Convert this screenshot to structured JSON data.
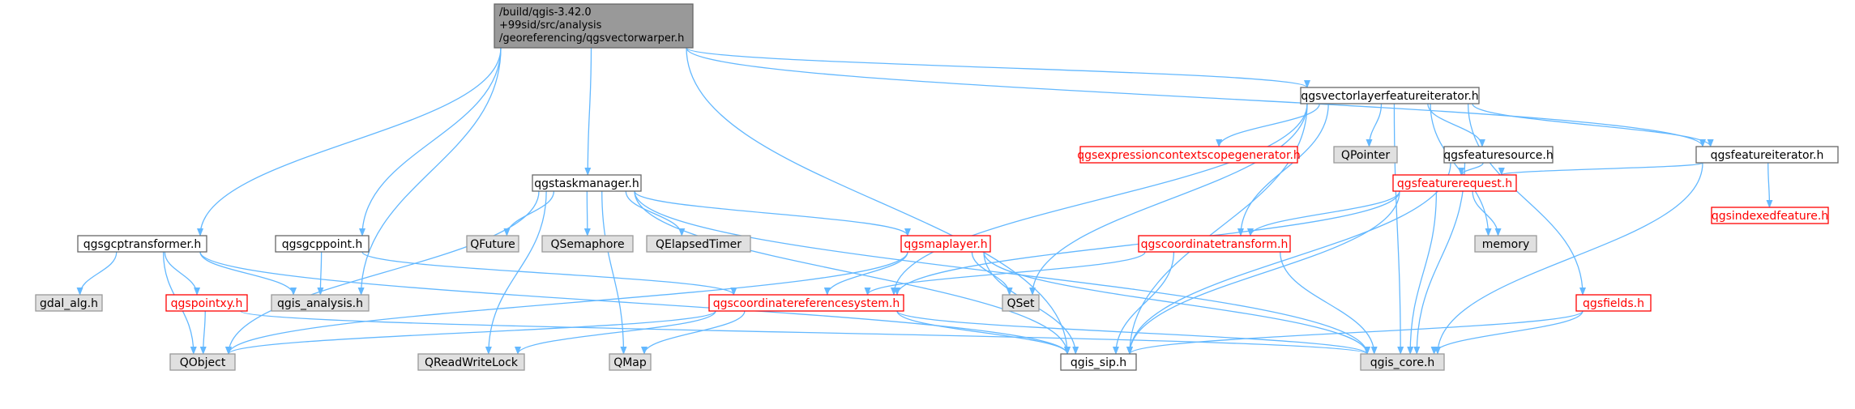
{
  "diagram": {
    "colors": {
      "edge": "#63b8ff",
      "root_fill": "#999999",
      "root_border": "#666666",
      "normal_border": "#666666",
      "red_border": "#ff0000",
      "gray_fill": "#e0e0e0",
      "gray_border": "#999999",
      "text": "#000000",
      "red_text": "#ff0000"
    },
    "nodes": [
      {
        "id": "root",
        "style": "root",
        "lines": [
          "/build/qgis-3.42.0",
          "+99sid/src/analysis",
          "/georeferencing/qgsvectorwarper.h"
        ]
      },
      {
        "id": "vlfi",
        "style": "normal",
        "lines": [
          "qgsvectorlayerfeatureiterator.h"
        ]
      },
      {
        "id": "fi",
        "style": "normal",
        "lines": [
          "qgsfeatureiterator.h"
        ]
      },
      {
        "id": "ecsg",
        "style": "red",
        "lines": [
          "qgsexpressioncontextscopegenerator.h"
        ]
      },
      {
        "id": "qpointer",
        "style": "gray",
        "lines": [
          "QPointer"
        ]
      },
      {
        "id": "fsrc",
        "style": "normal",
        "lines": [
          "qgsfeaturesource.h"
        ]
      },
      {
        "id": "idxf",
        "style": "red",
        "lines": [
          "qgsindexedfeature.h"
        ]
      },
      {
        "id": "freq",
        "style": "red",
        "lines": [
          "qgsfeaturerequest.h"
        ]
      },
      {
        "id": "taskmgr",
        "style": "normal",
        "lines": [
          "qgstaskmanager.h"
        ]
      },
      {
        "id": "gcpt",
        "style": "normal",
        "lines": [
          "qgsgcptransformer.h"
        ]
      },
      {
        "id": "gcpp",
        "style": "normal",
        "lines": [
          "qgsgcppoint.h"
        ]
      },
      {
        "id": "qfuture",
        "style": "gray",
        "lines": [
          "QFuture"
        ]
      },
      {
        "id": "qsem",
        "style": "gray",
        "lines": [
          "QSemaphore"
        ]
      },
      {
        "id": "qet",
        "style": "gray",
        "lines": [
          "QElapsedTimer"
        ]
      },
      {
        "id": "maplayer",
        "style": "red",
        "lines": [
          "qgsmaplayer.h"
        ]
      },
      {
        "id": "ct",
        "style": "red",
        "lines": [
          "qgscoordinatetransform.h"
        ]
      },
      {
        "id": "memory",
        "style": "gray",
        "lines": [
          "memory"
        ]
      },
      {
        "id": "gdal",
        "style": "gray",
        "lines": [
          "gdal_alg.h"
        ]
      },
      {
        "id": "pxy",
        "style": "red",
        "lines": [
          "qgspointxy.h"
        ]
      },
      {
        "id": "qan",
        "style": "gray",
        "lines": [
          "qgis_analysis.h"
        ]
      },
      {
        "id": "crs",
        "style": "red",
        "lines": [
          "qgscoordinatereferencesystem.h"
        ]
      },
      {
        "id": "qset",
        "style": "gray",
        "lines": [
          "QSet"
        ]
      },
      {
        "id": "fields",
        "style": "red",
        "lines": [
          "qgsfields.h"
        ]
      },
      {
        "id": "qobject",
        "style": "gray",
        "lines": [
          "QObject"
        ]
      },
      {
        "id": "qrwl",
        "style": "gray",
        "lines": [
          "QReadWriteLock"
        ]
      },
      {
        "id": "qmap",
        "style": "gray",
        "lines": [
          "QMap"
        ]
      },
      {
        "id": "sip",
        "style": "normal",
        "lines": [
          "qgis_sip.h"
        ]
      },
      {
        "id": "core",
        "style": "gray",
        "lines": [
          "qgis_core.h"
        ]
      }
    ],
    "edges": [
      [
        "root",
        "vlfi"
      ],
      [
        "root",
        "fi"
      ],
      [
        "root",
        "taskmgr"
      ],
      [
        "root",
        "gcpt"
      ],
      [
        "root",
        "gcpp"
      ],
      [
        "root",
        "qan"
      ],
      [
        "root",
        "sip"
      ],
      [
        "vlfi",
        "fi"
      ],
      [
        "vlfi",
        "ecsg"
      ],
      [
        "vlfi",
        "qpointer"
      ],
      [
        "vlfi",
        "fsrc"
      ],
      [
        "vlfi",
        "memory"
      ],
      [
        "vlfi",
        "fields"
      ],
      [
        "vlfi",
        "ct"
      ],
      [
        "vlfi",
        "crs"
      ],
      [
        "vlfi",
        "qset"
      ],
      [
        "vlfi",
        "sip"
      ],
      [
        "vlfi",
        "core"
      ],
      [
        "fi",
        "idxf"
      ],
      [
        "fi",
        "freq"
      ],
      [
        "fi",
        "core"
      ],
      [
        "fsrc",
        "freq"
      ],
      [
        "fsrc",
        "sip"
      ],
      [
        "fsrc",
        "core"
      ],
      [
        "freq",
        "ct"
      ],
      [
        "freq",
        "crs"
      ],
      [
        "freq",
        "memory"
      ],
      [
        "freq",
        "sip"
      ],
      [
        "freq",
        "core"
      ],
      [
        "taskmgr",
        "qfuture"
      ],
      [
        "taskmgr",
        "qsem"
      ],
      [
        "taskmgr",
        "qet"
      ],
      [
        "taskmgr",
        "maplayer"
      ],
      [
        "taskmgr",
        "qobject"
      ],
      [
        "taskmgr",
        "qrwl"
      ],
      [
        "taskmgr",
        "qmap"
      ],
      [
        "taskmgr",
        "sip"
      ],
      [
        "taskmgr",
        "core"
      ],
      [
        "maplayer",
        "crs"
      ],
      [
        "maplayer",
        "qset"
      ],
      [
        "maplayer",
        "qobject"
      ],
      [
        "maplayer",
        "sip"
      ],
      [
        "maplayer",
        "core"
      ],
      [
        "ct",
        "crs"
      ],
      [
        "ct",
        "sip"
      ],
      [
        "ct",
        "core"
      ],
      [
        "gcpt",
        "gdal"
      ],
      [
        "gcpt",
        "pxy"
      ],
      [
        "gcpt",
        "qan"
      ],
      [
        "gcpt",
        "qobject"
      ],
      [
        "gcpt",
        "sip"
      ],
      [
        "gcpp",
        "qan"
      ],
      [
        "gcpp",
        "crs"
      ],
      [
        "pxy",
        "qobject"
      ],
      [
        "pxy",
        "core"
      ],
      [
        "crs",
        "qobject"
      ],
      [
        "crs",
        "qrwl"
      ],
      [
        "crs",
        "qmap"
      ],
      [
        "crs",
        "sip"
      ],
      [
        "crs",
        "core"
      ],
      [
        "fields",
        "sip"
      ],
      [
        "fields",
        "core"
      ]
    ]
  }
}
